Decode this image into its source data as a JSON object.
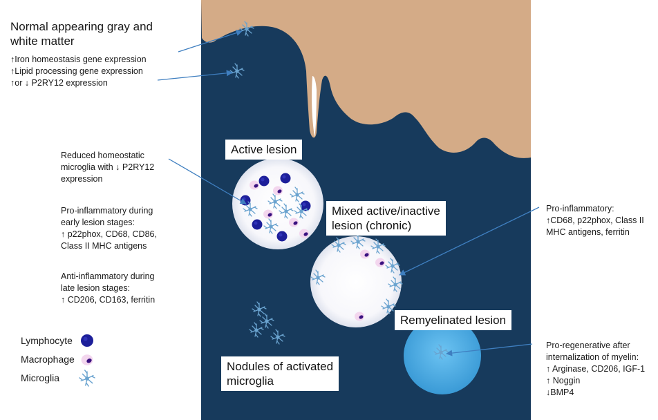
{
  "colors": {
    "background_tissue": "#173a5c",
    "gray_matter": "#d4ab87",
    "lesion_white": "#ffffff",
    "remyelinated": "#46a9e0",
    "arrow": "#3f7fc0",
    "lymphocyte": "#1d1f9a",
    "macrophage_nucleus": "#3a1180",
    "macrophage_cytoplasm": "#f3d6ee",
    "microglia": "#6aa3cf"
  },
  "labels": {
    "active_lesion": "Active lesion",
    "mixed_lesion": "Mixed active/inactive\nlesion (chronic)",
    "remyelinated_lesion": "Remyelinated lesion",
    "nodules": "Nodules of activated\nmicroglia"
  },
  "notes": {
    "normal_title": "Normal appearing gray and\nwhite matter",
    "normal_lines": "↑Iron homeostasis gene expression\n↑Lipid processing gene expression\n↑or ↓ P2RY12 expression",
    "reduced": "Reduced homeostatic\nmicroglia with ↓ P2RY12\nexpression",
    "pro_inflammatory_early": "Pro-inflammatory during\nearly lesion stages:\n↑ p22phox, CD68, CD86,\nClass II MHC antigens",
    "anti_inflammatory_late": "Anti-inflammatory during\nlate lesion stages:\n↑ CD206, CD163, ferritin",
    "pro_inflammatory_chronic": "Pro-inflammatory:\n↑CD68, p22phox, Class II\nMHC antigens, ferritin",
    "pro_regenerative": "Pro-regenerative after\ninternalization of myelin:\n↑ Arginase, CD206, IGF-1\n↑ Noggin\n↓BMP4"
  },
  "legend": [
    {
      "label": "Lymphocyte",
      "icon": "lymphocyte-icon"
    },
    {
      "label": "Macrophage",
      "icon": "macrophage-icon"
    },
    {
      "label": "Microglia",
      "icon": "microglia-icon"
    }
  ]
}
